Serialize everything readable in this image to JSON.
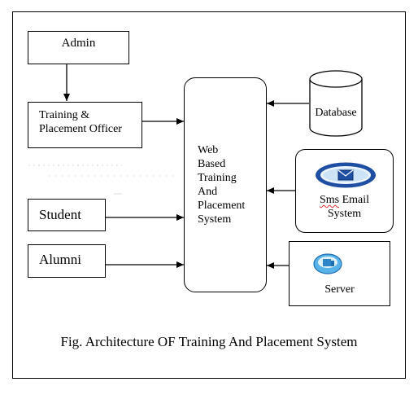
{
  "diagram": {
    "admin": "Admin",
    "tpo_line1": "Training &",
    "tpo_line2": "Placement Officer",
    "student": "Student",
    "alumni": "Alumni",
    "center_lines": [
      "Web",
      "Based",
      "Training",
      "And",
      "Placement",
      "System"
    ],
    "database": "Database",
    "sms_part1": "Sms",
    "sms_part2": " Email",
    "sms_line2": "System",
    "server": "Server",
    "caption": "Fig. Architecture OF Training And Placement System"
  },
  "colors": {
    "line": "#000000",
    "icon_blue": "#1f4fa3",
    "icon_light": "#58b4e8"
  },
  "icons": [
    "envelope-icon",
    "server-icon",
    "database-cylinder"
  ]
}
